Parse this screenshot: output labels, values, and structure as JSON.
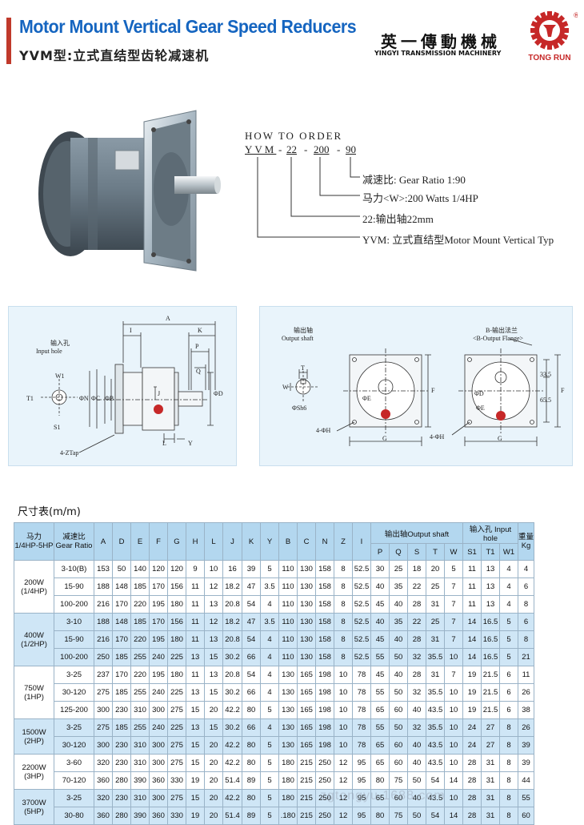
{
  "header": {
    "title_en": "Motor Mount Vertical Gear Speed Reducers",
    "title_cn": "YVM型:立式直结型齿轮减速机",
    "brand_cn": "英一傳動機械",
    "brand_en": "YINGYI TRANSMISSION MACHINERY",
    "logo_text": "TONG RUN",
    "logo_mark": "®"
  },
  "how_to_order": {
    "title": "HOW TO ORDER",
    "code": [
      "YVM",
      "22",
      "200",
      "90"
    ],
    "lines": [
      "减速比:  Gear Ratio 1:90",
      "马力<W>:200  Watts 1/4HP",
      "22:输出轴22mm",
      "YVM:   立式直结型Motor Mount Vertical Typ"
    ]
  },
  "drawing1": {
    "input_hole_cn": "输入孔",
    "input_hole_en": "Input hole",
    "labels": [
      "A",
      "I",
      "K",
      "P",
      "Q",
      "J",
      "ΦD",
      "ΦN",
      "ΦC",
      "ΦB",
      "W1",
      "T1",
      "S1",
      "L",
      "Y",
      "4-ZTap"
    ]
  },
  "drawing2": {
    "output_shaft_cn": "输出轴",
    "output_shaft_en": "Output shaft",
    "flange_cn": "B-输出法兰",
    "flange_en": "<B-Output Flange>",
    "labels": [
      "T",
      "W",
      "ΦSh6",
      "4-ΦH",
      "ΦE",
      "F",
      "G",
      "4-ΦH",
      "ΦD",
      "ΦE",
      "F",
      "G",
      "33.5",
      "65.5"
    ]
  },
  "table": {
    "title": "尺寸表(m/m)",
    "power_head": [
      "马力",
      "1/4HP-5HP"
    ],
    "ratio_head": [
      "减速比",
      "Gear Ratio"
    ],
    "cols": [
      "A",
      "D",
      "E",
      "F",
      "G",
      "H",
      "L",
      "J",
      "K",
      "Y",
      "B",
      "C",
      "N",
      "Z",
      "I"
    ],
    "output_head": "输出轴Output shaft",
    "output_cols": [
      "P",
      "Q",
      "S",
      "T",
      "W"
    ],
    "input_head": "输入孔 Input hole",
    "input_cols": [
      "S1",
      "T1",
      "W1"
    ],
    "weight_head": [
      "重量",
      "Kg"
    ],
    "groups": [
      {
        "power": [
          "200W",
          "(1/4HP)"
        ],
        "rows": [
          [
            "3-10(B)",
            "153",
            "50",
            "140",
            "120",
            "120",
            "9",
            "10",
            "16",
            "39",
            "5",
            "110",
            "130",
            "158",
            "8",
            "52.5",
            "30",
            "25",
            "18",
            "20",
            "5",
            "11",
            "13",
            "4",
            "4"
          ],
          [
            "15-90",
            "188",
            "148",
            "185",
            "170",
            "156",
            "11",
            "12",
            "18.2",
            "47",
            "3.5",
            "110",
            "130",
            "158",
            "8",
            "52.5",
            "40",
            "35",
            "22",
            "25",
            "7",
            "11",
            "13",
            "4",
            "6"
          ],
          [
            "100-200",
            "216",
            "170",
            "220",
            "195",
            "180",
            "11",
            "13",
            "20.8",
            "54",
            "4",
            "110",
            "130",
            "158",
            "8",
            "52.5",
            "45",
            "40",
            "28",
            "31",
            "7",
            "11",
            "13",
            "4",
            "8"
          ]
        ]
      },
      {
        "power": [
          "400W",
          "(1/2HP)"
        ],
        "rows": [
          [
            "3-10",
            "188",
            "148",
            "185",
            "170",
            "156",
            "11",
            "12",
            "18.2",
            "47",
            "3.5",
            "110",
            "130",
            "158",
            "8",
            "52.5",
            "40",
            "35",
            "22",
            "25",
            "7",
            "14",
            "16.5",
            "5",
            "6"
          ],
          [
            "15-90",
            "216",
            "170",
            "220",
            "195",
            "180",
            "11",
            "13",
            "20.8",
            "54",
            "4",
            "110",
            "130",
            "158",
            "8",
            "52.5",
            "45",
            "40",
            "28",
            "31",
            "7",
            "14",
            "16.5",
            "5",
            "8"
          ],
          [
            "100-200",
            "250",
            "185",
            "255",
            "240",
            "225",
            "13",
            "15",
            "30.2",
            "66",
            "4",
            "110",
            "130",
            "158",
            "8",
            "52.5",
            "55",
            "50",
            "32",
            "35.5",
            "10",
            "14",
            "16.5",
            "5",
            "21"
          ]
        ]
      },
      {
        "power": [
          "750W",
          "(1HP)"
        ],
        "rows": [
          [
            "3-25",
            "237",
            "170",
            "220",
            "195",
            "180",
            "11",
            "13",
            "20.8",
            "54",
            "4",
            "130",
            "165",
            "198",
            "10",
            "78",
            "45",
            "40",
            "28",
            "31",
            "7",
            "19",
            "21.5",
            "6",
            "11"
          ],
          [
            "30-120",
            "275",
            "185",
            "255",
            "240",
            "225",
            "13",
            "15",
            "30.2",
            "66",
            "4",
            "130",
            "165",
            "198",
            "10",
            "78",
            "55",
            "50",
            "32",
            "35.5",
            "10",
            "19",
            "21.5",
            "6",
            "26"
          ],
          [
            "125-200",
            "300",
            "230",
            "310",
            "300",
            "275",
            "15",
            "20",
            "42.2",
            "80",
            "5",
            "130",
            "165",
            "198",
            "10",
            "78",
            "65",
            "60",
            "40",
            "43.5",
            "10",
            "19",
            "21.5",
            "6",
            "38"
          ]
        ]
      },
      {
        "power": [
          "1500W",
          "(2HP)"
        ],
        "rows": [
          [
            "3-25",
            "275",
            "185",
            "255",
            "240",
            "225",
            "13",
            "15",
            "30.2",
            "66",
            "4",
            "130",
            "165",
            "198",
            "10",
            "78",
            "55",
            "50",
            "32",
            "35.5",
            "10",
            "24",
            "27",
            "8",
            "26"
          ],
          [
            "30-120",
            "300",
            "230",
            "310",
            "300",
            "275",
            "15",
            "20",
            "42.2",
            "80",
            "5",
            "130",
            "165",
            "198",
            "10",
            "78",
            "65",
            "60",
            "40",
            "43.5",
            "10",
            "24",
            "27",
            "8",
            "39"
          ]
        ]
      },
      {
        "power": [
          "2200W",
          "(3HP)"
        ],
        "rows": [
          [
            "3-60",
            "320",
            "230",
            "310",
            "300",
            "275",
            "15",
            "20",
            "42.2",
            "80",
            "5",
            "180",
            "215",
            "250",
            "12",
            "95",
            "65",
            "60",
            "40",
            "43.5",
            "10",
            "28",
            "31",
            "8",
            "39"
          ],
          [
            "70-120",
            "360",
            "280",
            "390",
            "360",
            "330",
            "19",
            "20",
            "51.4",
            "89",
            "5",
            "180",
            "215",
            "250",
            "12",
            "95",
            "80",
            "75",
            "50",
            "54",
            "14",
            "28",
            "31",
            "8",
            "44"
          ]
        ]
      },
      {
        "power": [
          "3700W",
          "(5HP)"
        ],
        "rows": [
          [
            "3-25",
            "320",
            "230",
            "310",
            "300",
            "275",
            "15",
            "20",
            "42.2",
            "80",
            "5",
            "180",
            "215",
            "250",
            "12",
            "95",
            "65",
            "60",
            "40",
            "43.5",
            "10",
            "28",
            "31",
            "8",
            "55"
          ],
          [
            "30-80",
            "360",
            "280",
            "390",
            "360",
            "330",
            "19",
            "20",
            "51.4",
            "89",
            "5",
            ".180",
            "215",
            "250",
            "12",
            "95",
            "80",
            "75",
            "50",
            "54",
            "14",
            "28",
            "31",
            "8",
            "60"
          ]
        ]
      }
    ]
  },
  "watermark": "zgtongyu.1688.com",
  "colors": {
    "title_blue": "#1565c0",
    "accent_red": "#c0392b",
    "panel_bg": "#e9f4fb",
    "header_bg": "#b3d7ef",
    "row_alt": "#cfe6f6"
  }
}
